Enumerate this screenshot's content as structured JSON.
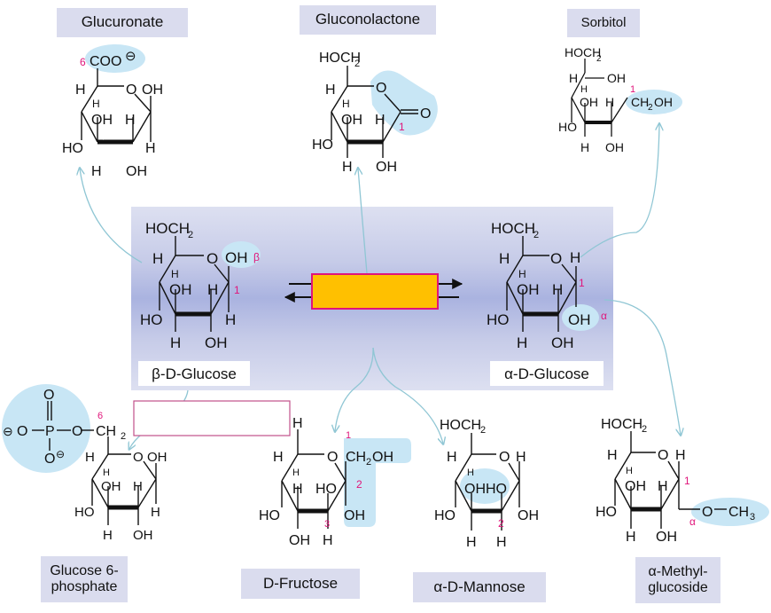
{
  "labels": {
    "glucuronate": "Glucuronate",
    "gluconolactone": "Gluconolactone",
    "sorbitol": "Sorbitol",
    "beta_glucose": "β-D-Glucose",
    "alpha_glucose": "α-D-Glucose",
    "glucose6p_line1": "Glucose 6-",
    "glucose6p_line2": "phosphate",
    "fructose": "D-Fructose",
    "mannose": "α-D-Mannose",
    "methyl_line1": "α-Methyl-",
    "methyl_line2": "glucoside"
  },
  "colors": {
    "highlight": "#c8e6f5",
    "label_bg": "#dadcee",
    "magenta": "#e0157a",
    "arrow": "#8fc6d4",
    "equilibrium_box": "#ffc000"
  },
  "structures": {
    "glucuronate": {
      "t1": "COO",
      "t2": "⊖",
      "t3": "6",
      "t4": "H",
      "t5": "O",
      "t6": "OH",
      "t7": "H",
      "t8": "OH",
      "t9": "H",
      "t10": "HO",
      "t11": "H",
      "t12": "H",
      "t13": "OH",
      "t14": "H"
    },
    "gluconolactone": {
      "t1": "HOCH",
      "t2": "2",
      "t3": "H",
      "t4": "O",
      "t5": "H",
      "t6": "OH",
      "t7": "H",
      "t8": "O",
      "t9": "1",
      "t10": "HO",
      "t11": "H",
      "t12": "OH"
    },
    "sorbitol": {
      "t1": "HOCH",
      "t2": "2",
      "t3": "H",
      "t4": "OH",
      "t5": "H",
      "t6": "OH",
      "t7": "H",
      "t8": "CH",
      "t9": "2",
      "t10": "OH",
      "t11": "1",
      "t12": "HO",
      "t13": "H",
      "t14": "OH"
    },
    "beta": {
      "t1": "HOCH",
      "t2": "2",
      "t3": "H",
      "t4": "O",
      "t5": "OH",
      "t6": "β",
      "t7": "H",
      "t8": "OH",
      "t9": "H",
      "t10": "1",
      "t11": "HO",
      "t12": "H",
      "t13": "H",
      "t14": "OH"
    },
    "alpha": {
      "t1": "HOCH",
      "t2": "2",
      "t3": "H",
      "t4": "O",
      "t5": "H",
      "t6": "H",
      "t7": "OH",
      "t8": "H",
      "t9": "1",
      "t10": "HO",
      "t11": "OH",
      "t12": "α",
      "t13": "H",
      "t14": "OH"
    },
    "g6p": {
      "t1": "O",
      "t2": "⊖",
      "t3": "O",
      "t4": "P",
      "t5": "O",
      "t6": "CH",
      "t7": "2",
      "t8": "6",
      "t9": "O",
      "t10": "⊖",
      "t11": "H",
      "t12": "O",
      "t13": "OH",
      "t14": "H",
      "t15": "OH",
      "t16": "H",
      "t17": "HO",
      "t18": "H",
      "t19": "H",
      "t20": "OH"
    },
    "fructose": {
      "t1": "H",
      "t2": "1",
      "t3": "H",
      "t4": "O",
      "t5": "CH",
      "t6": "2",
      "t7": "OH",
      "t8": "H",
      "t9": "H",
      "t10": "HO",
      "t11": "2",
      "t12": "HO",
      "t13": "3",
      "t14": "OH",
      "t15": "OH",
      "t16": "H"
    },
    "mannose": {
      "t1": "HOCH",
      "t2": "2",
      "t3": "H",
      "t4": "O",
      "t5": "H",
      "t6": "H",
      "t7": "OH",
      "t8": "HO",
      "t9": "HO",
      "t10": "OH",
      "t11": "2",
      "t12": "H",
      "t13": "H"
    },
    "methyl": {
      "t1": "HOCH",
      "t2": "2",
      "t3": "H",
      "t4": "O",
      "t5": "H",
      "t6": "H",
      "t7": "OH",
      "t8": "H",
      "t9": "1",
      "t10": "HO",
      "t11": "O",
      "t12": "CH",
      "t13": "3",
      "t14": "α",
      "t15": "H",
      "t16": "OH"
    }
  }
}
